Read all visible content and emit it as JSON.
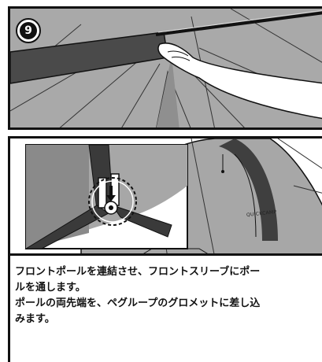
{
  "step": {
    "number": "9"
  },
  "illustration": {
    "tent_brand_label": "QUICKCAMP"
  },
  "instructions": {
    "lines": [
      "フロントポールを連結させ、フロントスリーブにポー",
      "ルを通します。",
      "ポールの両先端を、ペグループのグロメットに差し込",
      "みます。"
    ]
  },
  "colors": {
    "tent_fabric": "#a7a7a7",
    "sleeve": "#4a4a4a",
    "outline": "#111111"
  }
}
